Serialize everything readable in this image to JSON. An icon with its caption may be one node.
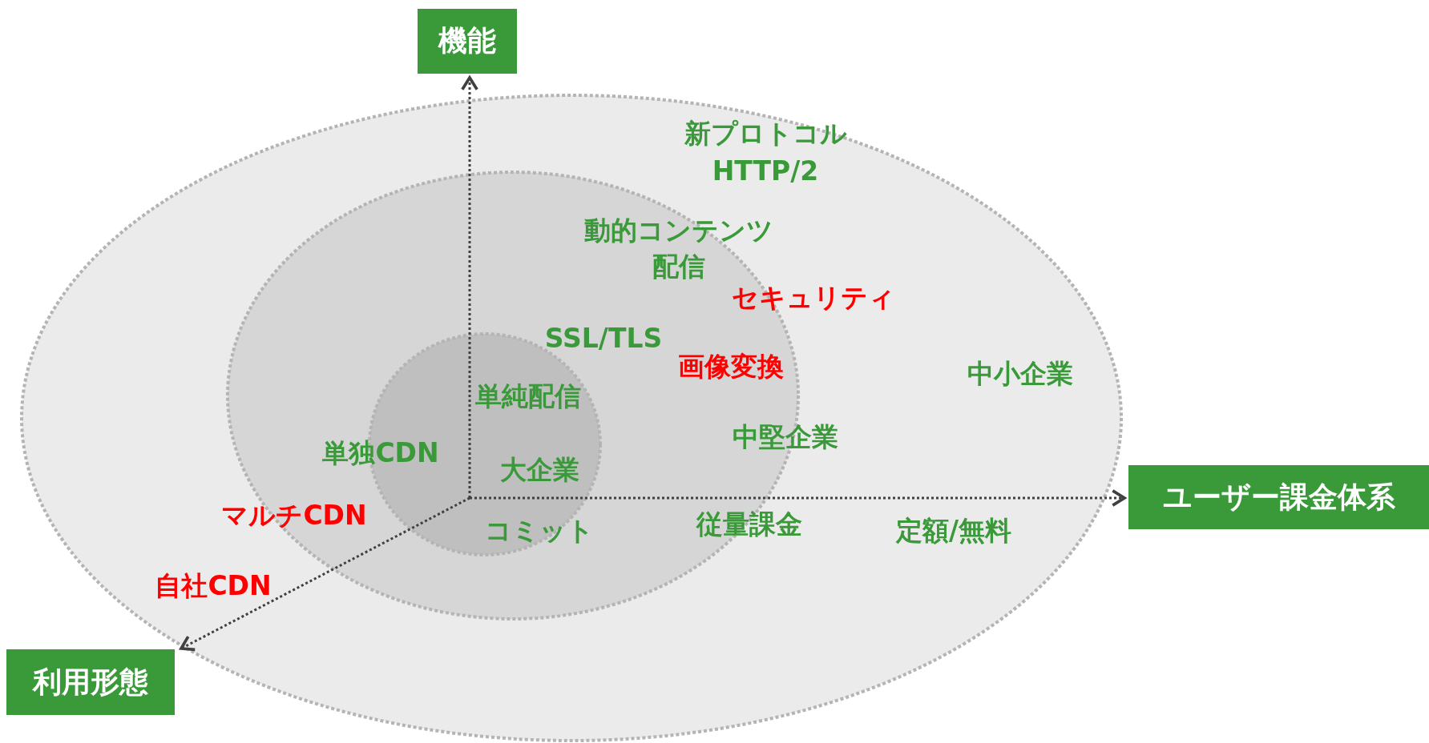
{
  "diagram": {
    "nodes": [
      {
        "text": [
          "新プロトコル",
          "HTTP/2",
          "セキュリティ",
          "中小企業",
          "定額/無料",
          "自社CDN"
        ]
      },
      {
        "text": [
          "動的コンテンツ",
          "配信",
          "SSL/TLS",
          "画像変換",
          "中堅企業",
          "マルチCDN",
          "従量課金"
        ],
        "in": 0
      },
      {
        "text": [
          "単純配信",
          "単独CDN",
          "大企業",
          "コミット"
        ],
        "in": 1
      },
      {
        "text": [
          "機能"
        ]
      },
      {
        "text": [
          "ユーザー課金体系"
        ]
      },
      {
        "text": [
          "利用形態"
        ]
      }
    ],
    "edges": [
      {
        "from": 2,
        "to": 3,
        "arrow": "to",
        "style": "dashed"
      },
      {
        "from": 2,
        "to": 4,
        "arrow": "to",
        "style": "dashed"
      },
      {
        "from": 2,
        "to": 5,
        "arrow": "to",
        "style": "dashed"
      }
    ]
  }
}
